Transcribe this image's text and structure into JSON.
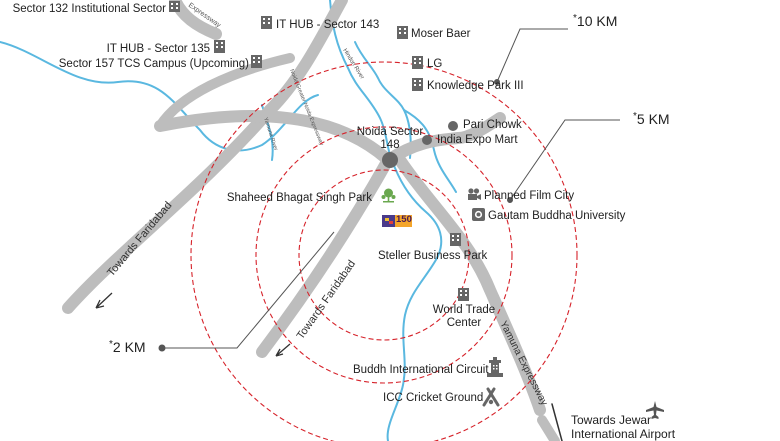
{
  "map": {
    "colors": {
      "road": "#bdbdbd",
      "road_edge": "#a8a8a8",
      "river": "#5ab8e0",
      "ring": "#d6222a",
      "leader": "#555555",
      "building": "#666666",
      "park": "#6aa84f"
    },
    "places": [
      {
        "id": "sector132",
        "label": "Sector 132 Institutional Sector",
        "icon": "building-icon"
      },
      {
        "id": "ithub143",
        "label": "IT HUB - Sector 143",
        "icon": "building-icon"
      },
      {
        "id": "moserbaer",
        "label": "Moser Baer",
        "icon": "building-icon"
      },
      {
        "id": "ithub135",
        "label": "IT HUB - Sector 135",
        "icon": "building-icon"
      },
      {
        "id": "sector157",
        "label": "Sector 157 TCS Campus (Upcoming)",
        "icon": "building-icon"
      },
      {
        "id": "lg",
        "label": "LG",
        "icon": "building-icon"
      },
      {
        "id": "kp3",
        "label": "Knowledge Park III",
        "icon": "building-icon"
      },
      {
        "id": "noida148",
        "label": "Noida Sector\n148",
        "icon": "location-dot-icon"
      },
      {
        "id": "parichowk",
        "label": "Pari Chowk",
        "icon": "location-dot-icon"
      },
      {
        "id": "indiaexpo",
        "label": "India Expo Mart",
        "icon": "location-dot-icon"
      },
      {
        "id": "filmcity",
        "label": "Planned Film City",
        "icon": "film-camera-icon"
      },
      {
        "id": "gbu",
        "label": "Gautam Buddha University",
        "icon": "university-icon"
      },
      {
        "id": "sbsp",
        "label": "Shaheed Bhagat Singh Park",
        "icon": "park-tree-icon"
      },
      {
        "id": "steller",
        "label": "Steller Business Park",
        "icon": "building-icon"
      },
      {
        "id": "wtc",
        "label": "World Trade\nCenter",
        "icon": "building-icon"
      },
      {
        "id": "bic",
        "label": "Buddh International Circuit",
        "icon": "race-circuit-icon"
      },
      {
        "id": "icc",
        "label": "ICC Cricket Ground",
        "icon": "cricket-bat-icon"
      },
      {
        "id": "jewar",
        "label": "Towards Jewar\nInternational Airport",
        "icon": "airplane-icon"
      }
    ],
    "project_logo": {
      "text": "150",
      "icon": "project-logo-icon"
    },
    "rings": [
      {
        "asterisk": "*",
        "label": "10 KM"
      },
      {
        "asterisk": "*",
        "label": "5 KM"
      },
      {
        "asterisk": "*",
        "label": "2 KM"
      }
    ],
    "roads": {
      "faridabad_1": "Towards Faridabad",
      "faridabad_2": "Towards Faridabad",
      "yamuna_expressway": "Yamuna Expressway",
      "noida_expressway": "Noida Greater Noida Expressway",
      "hindon_river": "Hindon River",
      "yamuna_river": "Yamuna River",
      "corner_top": "Expressway"
    }
  }
}
